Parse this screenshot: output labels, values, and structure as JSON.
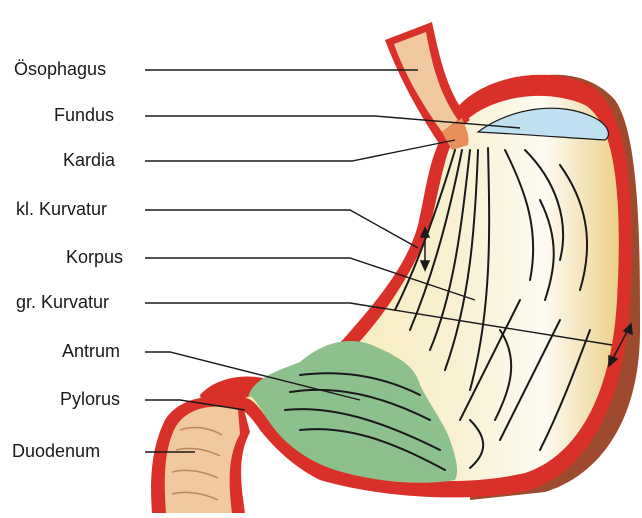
{
  "labels": {
    "oesophagus": "Ösophagus",
    "fundus": "Fundus",
    "kardia": "Kardia",
    "kl_kurvatur": "kl. Kurvatur",
    "korpus": "Korpus",
    "gr_kurvatur": "gr. Kurvatur",
    "antrum": "Antrum",
    "pylorus": "Pylorus",
    "duodenum": "Duodenum"
  },
  "colors": {
    "wall": "#d9302a",
    "outer_shadow": "#9e4a2e",
    "mucosa": "#f5e6a8",
    "fundus_gas": "#bfe0f0",
    "antrum": "#8cc08c",
    "oesophagus": "#f0c9a0",
    "kardia": "#e9905a",
    "duodenum": "#f0c9a0"
  }
}
